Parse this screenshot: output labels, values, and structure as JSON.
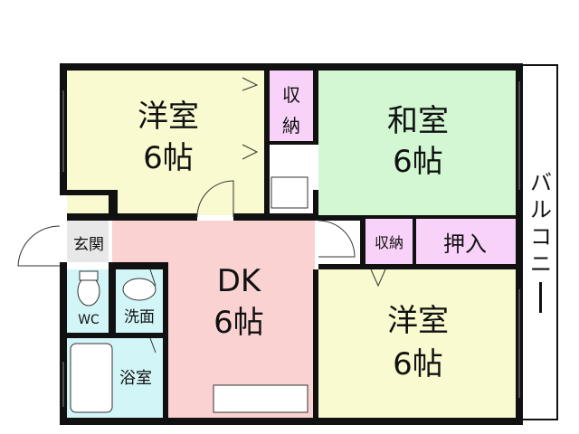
{
  "rooms": {
    "western_room_top": {
      "name": "洋室",
      "size": "6帖"
    },
    "japanese_room": {
      "name": "和室",
      "size": "6帖"
    },
    "dining_kitchen": {
      "name": "DK",
      "size": "6帖"
    },
    "western_room_bottom": {
      "name": "洋室",
      "size": "6帖"
    },
    "storage_top": {
      "name": "収納"
    },
    "storage_mid": {
      "name": "収納"
    },
    "oshiire": {
      "name": "押入"
    },
    "entrance": {
      "name": "玄関"
    },
    "toilet": {
      "name": "WC"
    },
    "washroom": {
      "name": "洗面"
    },
    "bathroom": {
      "name": "浴室"
    },
    "balcony": {
      "name": "バルコニー"
    }
  },
  "colors": {
    "western": "#fafad0",
    "japanese": "#d2f7d2",
    "dk": "#fad2d2",
    "storage": "#f8d2f8",
    "wet": "#d2f5f8",
    "entrance": "#e8e8e8",
    "wall": "#111111"
  }
}
